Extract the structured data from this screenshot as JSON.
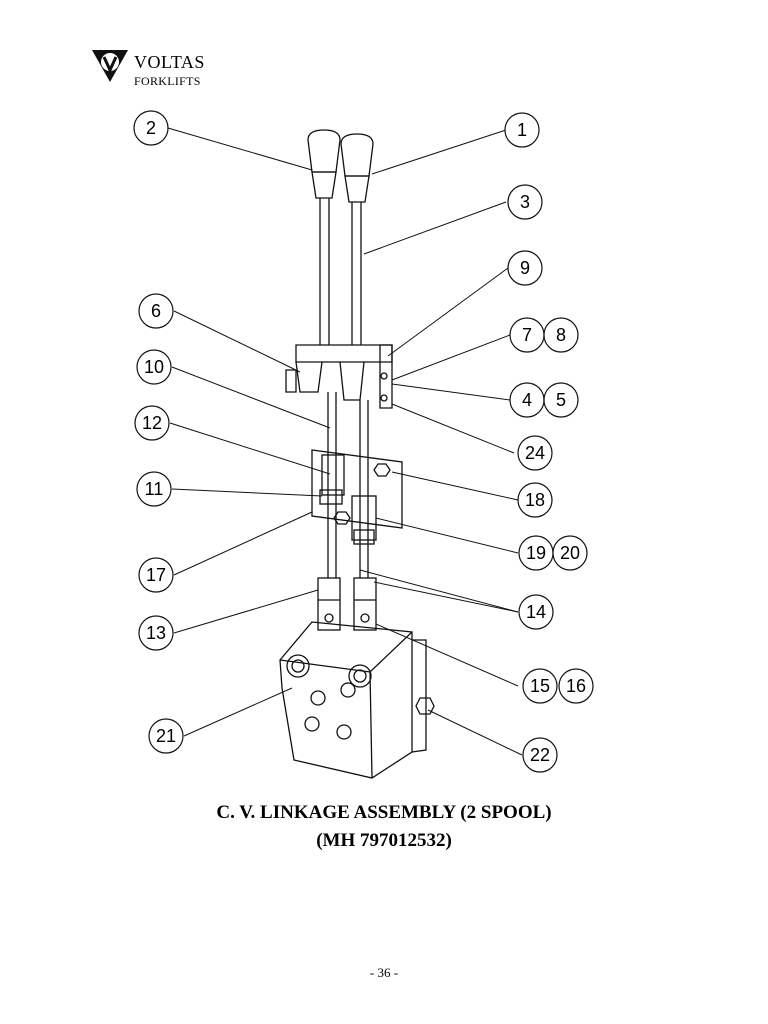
{
  "header": {
    "brand_name": "VOLTAS",
    "brand_sub": "FORKLIFTS"
  },
  "callouts": [
    "1",
    "2",
    "3",
    "4",
    "5",
    "6",
    "7",
    "8",
    "9",
    "10",
    "11",
    "12",
    "13",
    "14",
    "15",
    "16",
    "17",
    "18",
    "19",
    "20",
    "21",
    "22",
    "24"
  ],
  "title_line1": "C. V. LINKAGE ASSEMBLY (2 SPOOL)",
  "title_line2": "(MH 797012532)",
  "page_number": "- 36 -"
}
